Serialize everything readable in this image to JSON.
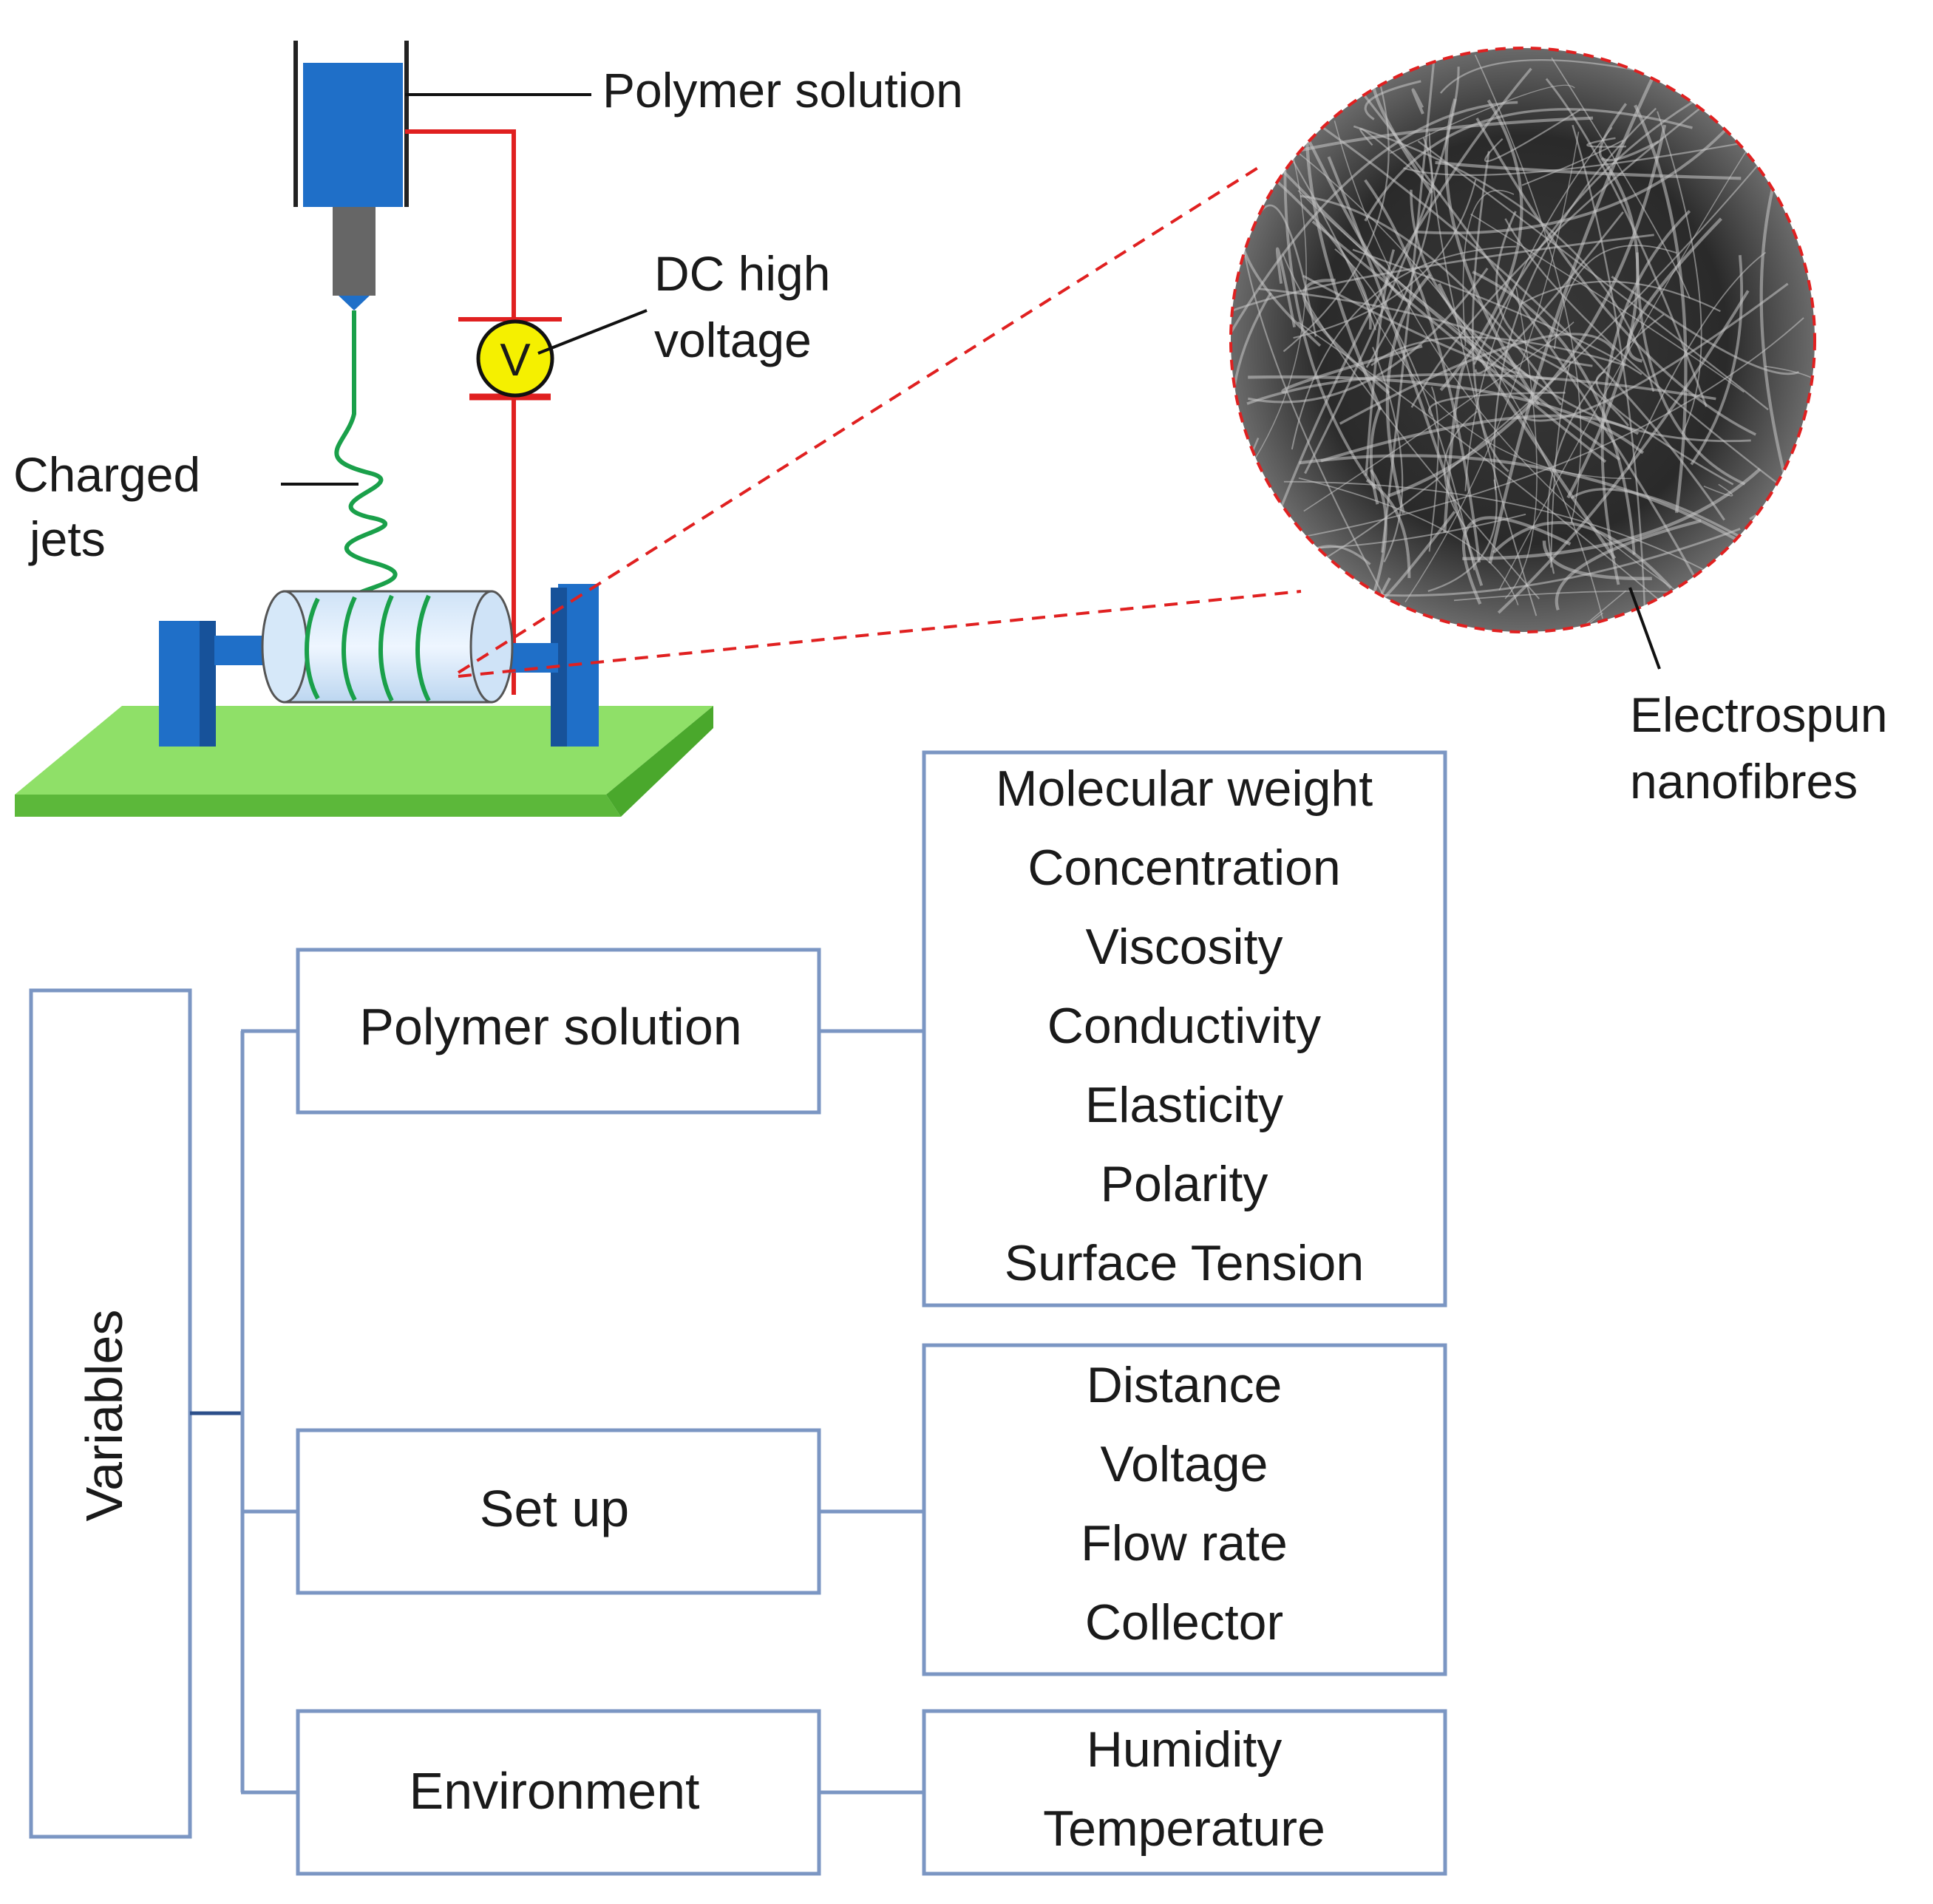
{
  "apparatus": {
    "polymer_solution_label": "Polymer solution",
    "dc_label_line1": "DC high",
    "dc_label_line2": "voltage",
    "voltmeter_symbol": "V",
    "charged_jets_line1": "Charged",
    "charged_jets_line2": "jets",
    "nanofibres_line1": "Electrospun",
    "nanofibres_line2": "nanofibres"
  },
  "tree": {
    "root_label": "Variables",
    "categories": [
      {
        "label": "Polymer solution",
        "items": [
          "Molecular weight",
          "Concentration",
          "Viscosity",
          "Conductivity",
          "Elasticity",
          "Polarity",
          "Surface Tension"
        ]
      },
      {
        "label": "Set up",
        "items": [
          "Distance",
          "Voltage",
          "Flow rate",
          "Collector"
        ]
      },
      {
        "label": "Environment",
        "items": [
          "Humidity",
          "Temperature"
        ]
      }
    ]
  },
  "colors": {
    "syringe_blue": "#1f6fc8",
    "needle_gray": "#666666",
    "jet_green": "#1aa04a",
    "wire_red": "#e02020",
    "voltmeter_yellow": "#f5f000",
    "base_green": "#7ed957",
    "box_border": "#7b96c3",
    "connector": "#7b96c3"
  },
  "icons": {
    "voltmeter": "voltmeter-icon",
    "syringe": "syringe-icon",
    "collector": "drum-collector-icon",
    "sem": "sem-fibre-image"
  }
}
